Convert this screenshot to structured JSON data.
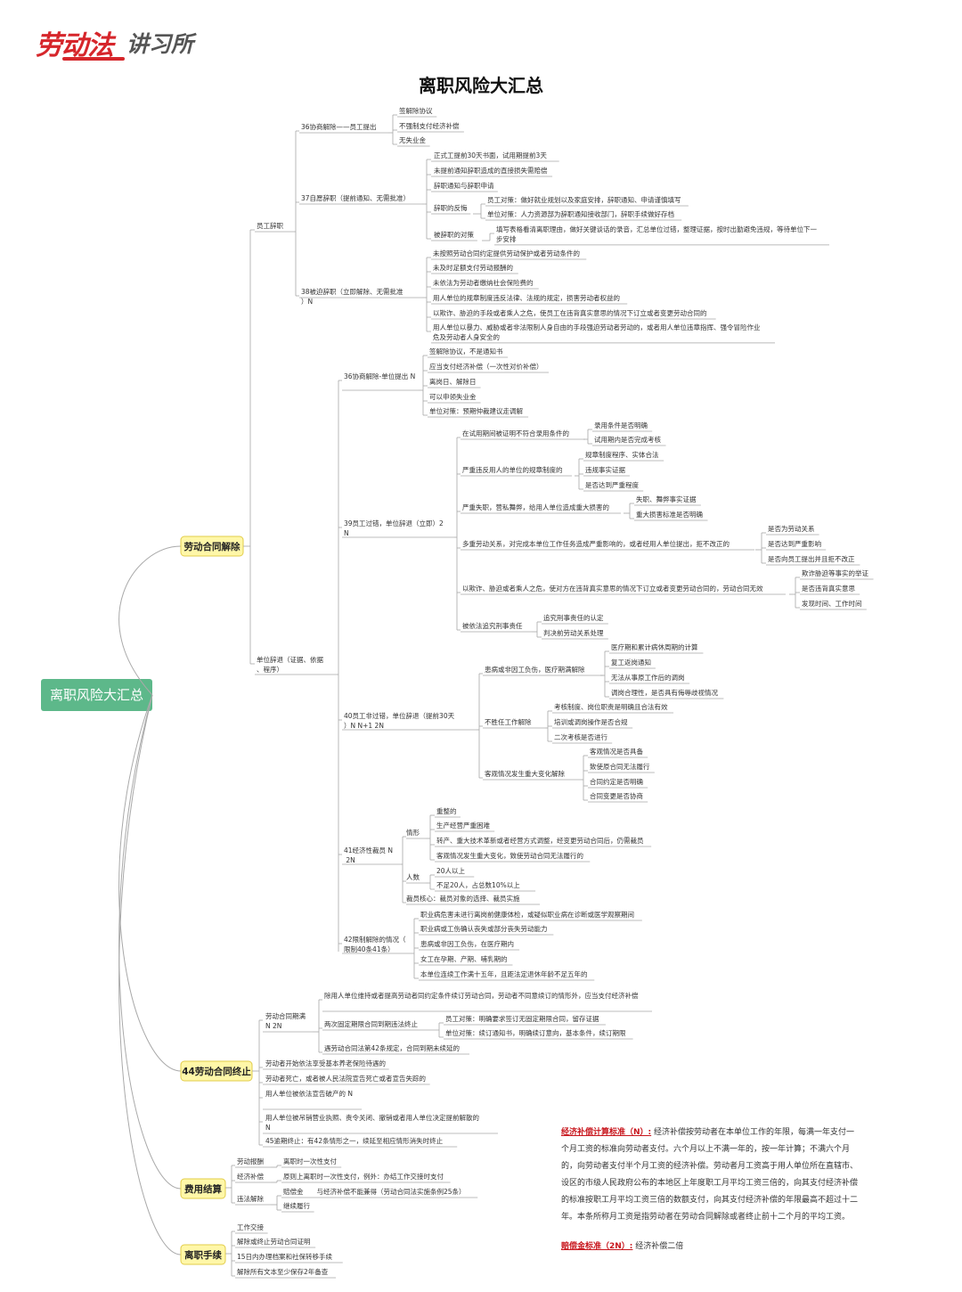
{
  "logo": {
    "brand_red": "劳动法",
    "brand_gray": "讲习所"
  },
  "title": "离职风险大汇总",
  "colors": {
    "root": "#5db88a",
    "level1_fill": "#fff7a8",
    "level1_border": "#e2cc4a",
    "accent_red": "#c8161d",
    "line": "#a6a6a6"
  },
  "mindmap": {
    "root": "离职风险大汇总",
    "branches": [
      {
        "label": "劳动合同解除",
        "children": [
          {
            "label": "员工辞职",
            "children": [
              {
                "label": "36协商解除——员工提出",
                "children": [
                  {
                    "label": "签解除协议"
                  },
                  {
                    "label": "不强制支付经济补偿"
                  },
                  {
                    "label": "无失业金"
                  }
                ]
              },
              {
                "label": "37自愿辞职（提前通知、无需批准）",
                "children": [
                  {
                    "label": "正式工提前30天书面，试用期提前3天"
                  },
                  {
                    "label": "未提前通知辞职造成的直接损失需赔偿"
                  },
                  {
                    "label": "辞职通知与辞职申请"
                  },
                  {
                    "label": "辞职的反悔",
                    "children": [
                      {
                        "label": "员工对策：做好就业规划以及家庭安排，辞职通知、申请谨慎填写"
                      },
                      {
                        "label": "单位对策：人力资源部为辞职通知接收部门，辞职手续做好存档"
                      }
                    ]
                  },
                  {
                    "label": "被辞职的对策",
                    "children": [
                      {
                        "label": "填写表格看清离职理由，做好关键谈话的录音，汇总单位过错，整理证据，按时出勤避免违规，等待单位下一步安排"
                      }
                    ]
                  }
                ]
              },
              {
                "label": "38被迫辞职（立即解除、无需批准）N",
                "children": [
                  {
                    "label": "未按照劳动合同约定提供劳动保护或者劳动条件的"
                  },
                  {
                    "label": "未及时足额支付劳动报酬的"
                  },
                  {
                    "label": "未依法为劳动者缴纳社会保险费的"
                  },
                  {
                    "label": "用人单位的规章制度违反法律、法规的规定，损害劳动者权益的"
                  },
                  {
                    "label": "以欺诈、胁迫的手段或者乘人之危，使员工在违背真实意思的情况下订立或者变更劳动合同的"
                  },
                  {
                    "label": "用人单位以暴力、威胁或者非法限制人身自由的手段强迫劳动者劳动的，或者用人单位违章指挥、强令冒险作业危及劳动者人身安全的"
                  }
                ]
              }
            ]
          },
          {
            "label": "单位辞退（证据、依据、程序）",
            "children": [
              {
                "label": "36协商解除-单位提出 N",
                "children": [
                  {
                    "label": "签解除协议，不是通知书"
                  },
                  {
                    "label": "应当支付经济补偿（一次性对价补偿）"
                  },
                  {
                    "label": "离岗日、解除日"
                  },
                  {
                    "label": "可以申领失业金"
                  },
                  {
                    "label": "单位对策：预期仲裁建议走调解"
                  }
                ]
              },
              {
                "label": "39员工过错，单位辞退（立即）2N",
                "children": [
                  {
                    "label": "在试用期间被证明不符合录用条件的",
                    "children": [
                      {
                        "label": "录用条件是否明确"
                      },
                      {
                        "label": "试用期内是否完成考核"
                      }
                    ]
                  },
                  {
                    "label": "严重违反用人的单位的规章制度的",
                    "children": [
                      {
                        "label": "规章制度程序、实体合法"
                      },
                      {
                        "label": "违规事实证据"
                      },
                      {
                        "label": "是否达到严重程度"
                      }
                    ]
                  },
                  {
                    "label": "严重失职，营私舞弊，给用人单位造成重大损害的",
                    "children": [
                      {
                        "label": "失职、舞弊事实证据"
                      },
                      {
                        "label": "重大损害标准是否明确"
                      }
                    ]
                  },
                  {
                    "label": "多重劳动关系，对完成本单位工作任务造成严重影响的，或者经用人单位提出，拒不改正的",
                    "children": [
                      {
                        "label": "是否为劳动关系"
                      },
                      {
                        "label": "是否达到严重影响"
                      },
                      {
                        "label": "是否向员工提出并且拒不改正"
                      }
                    ]
                  },
                  {
                    "label": "以欺诈、胁迫或者乘人之危，使对方在违背真实意思的情况下订立或者变更劳动合同的，劳动合同无效",
                    "children": [
                      {
                        "label": "欺诈胁迫等事实的举证"
                      },
                      {
                        "label": "是否违背真实意思"
                      },
                      {
                        "label": "发现时间、工作时间"
                      }
                    ]
                  },
                  {
                    "label": "被依法追究刑事责任",
                    "children": [
                      {
                        "label": "追究刑事责任的认定"
                      },
                      {
                        "label": "判决前劳动关系处理"
                      }
                    ]
                  }
                ]
              },
              {
                "label": "40员工非过错，单位辞退（提前30天）N N+1 2N",
                "children": [
                  {
                    "label": "患病或非因工负伤，医疗期满解除",
                    "children": [
                      {
                        "label": "医疗期和累计病休周期的计算"
                      },
                      {
                        "label": "复工返岗通知"
                      },
                      {
                        "label": "无法从事原工作后的调岗"
                      },
                      {
                        "label": "调岗合理性，是否具有侮辱歧视情况"
                      }
                    ]
                  },
                  {
                    "label": "不胜任工作解除",
                    "children": [
                      {
                        "label": "考核制度、岗位职责是明确且合法有效"
                      },
                      {
                        "label": "培训或调岗操作是否合规"
                      },
                      {
                        "label": "二次考核是否进行"
                      }
                    ]
                  },
                  {
                    "label": "客观情况发生重大变化解除",
                    "children": [
                      {
                        "label": "客观情况是否具备"
                      },
                      {
                        "label": "致使原合同无法履行"
                      },
                      {
                        "label": "合同约定是否明确"
                      },
                      {
                        "label": "合同变更是否协商"
                      }
                    ]
                  }
                ]
              },
              {
                "label": "41经济性裁员 N 2N",
                "children": [
                  {
                    "label": "情形",
                    "children": [
                      {
                        "label": "重整的"
                      },
                      {
                        "label": "生产经营严重困难"
                      },
                      {
                        "label": "转产、重大技术革新或者经营方式调整，经变更劳动合同后，仍需裁员"
                      },
                      {
                        "label": "客观情况发生重大变化，致使劳动合同无法履行的"
                      }
                    ]
                  },
                  {
                    "label": "人数",
                    "children": [
                      {
                        "label": "20人以上"
                      },
                      {
                        "label": "不足20人，占总数10%以上"
                      }
                    ]
                  },
                  {
                    "label": "裁员核心：裁员对象的选择、裁员实施"
                  }
                ]
              },
              {
                "label": "42限制解除的情况（限制40条41条）",
                "children": [
                  {
                    "label": "职业病危害未进行离岗前健康体检，或疑似职业病在诊断或医学观察期间"
                  },
                  {
                    "label": "职业病或工伤确认丧失或部分丧失劳动能力"
                  },
                  {
                    "label": "患病或非因工负伤，在医疗期内"
                  },
                  {
                    "label": "女工在孕期、产期、哺乳期的"
                  },
                  {
                    "label": "本单位连续工作满十五年，且距法定退休年龄不足五年的"
                  }
                ]
              }
            ]
          }
        ]
      },
      {
        "label": "44劳动合同终止",
        "children": [
          {
            "label": "劳动合同期满 N 2N",
            "children": [
              {
                "label": "除用人单位维持或者提高劳动者同约定条件续订劳动合同，劳动者不同意续订的情形外，应当支付经济补偿"
              },
              {
                "label": "两次固定期限合同到期违法终止",
                "children": [
                  {
                    "label": "员工对策：明确要求签订无固定期限合同，留存证据"
                  },
                  {
                    "label": "单位对策：续订通知书，明确续订意向，基本条件，续订期限"
                  }
                ]
              },
              {
                "label": "遇劳动合同法第42条规定，合同到期未续延的"
              }
            ]
          },
          {
            "label": "劳动者开始依法享受基本养老保险待遇的"
          },
          {
            "label": "劳动者死亡，或者被人民法院宣告死亡或者宣告失踪的"
          },
          {
            "label": "用人单位被依法宣告破产的 N"
          },
          {
            "label": "用人单位被吊销营业执照、责令关闭、撤销或者用人单位决定提前解散的 N"
          },
          {
            "label": "45逾期终止：有42条情形之一，续延至相应情形消失时终止"
          }
        ]
      },
      {
        "label": "费用结算",
        "children": [
          {
            "label": "劳动报酬",
            "children": [
              {
                "label": "离职时一次性支付"
              }
            ]
          },
          {
            "label": "经济补偿",
            "children": [
              {
                "label": "原则上离职时一次性支付，例外：办结工作交接时支付"
              }
            ]
          },
          {
            "label": "违法解除",
            "children": [
              {
                "label": "赔偿金　　与经济补偿不能兼得（劳动合同法实施条例25条）"
              },
              {
                "label": "继续履行"
              }
            ]
          }
        ]
      },
      {
        "label": "离职手续",
        "children": [
          {
            "label": "工作交接"
          },
          {
            "label": "解除或终止劳动合同证明"
          },
          {
            "label": "15日内办理档案和社保转移手续"
          },
          {
            "label": "解除所有文本至少保存2年备查"
          }
        ]
      }
    ]
  },
  "notes": {
    "compensation_title": "经济补偿计算标准（N）:",
    "compensation_text": "经济补偿按劳动者在本单位工作的年限，每满一年支付一个月工资的标准向劳动者支付。六个月以上不满一年的，按一年计算；不满六个月的，向劳动者支付半个月工资的经济补偿。劳动者月工资高于用人单位所在直辖市、设区的市级人民政府公布的本地区上年度职工月平均工资三倍的，向其支付经济补偿的标准按职工月平均工资三倍的数额支付，向其支付经济补偿的年限最高不超过十二年。本条所称月工资是指劳动者在劳动合同解除或者终止前十二个月的平均工资。",
    "damages_title": "赔偿金标准（2N）:",
    "damages_text": "经济补偿二倍"
  }
}
